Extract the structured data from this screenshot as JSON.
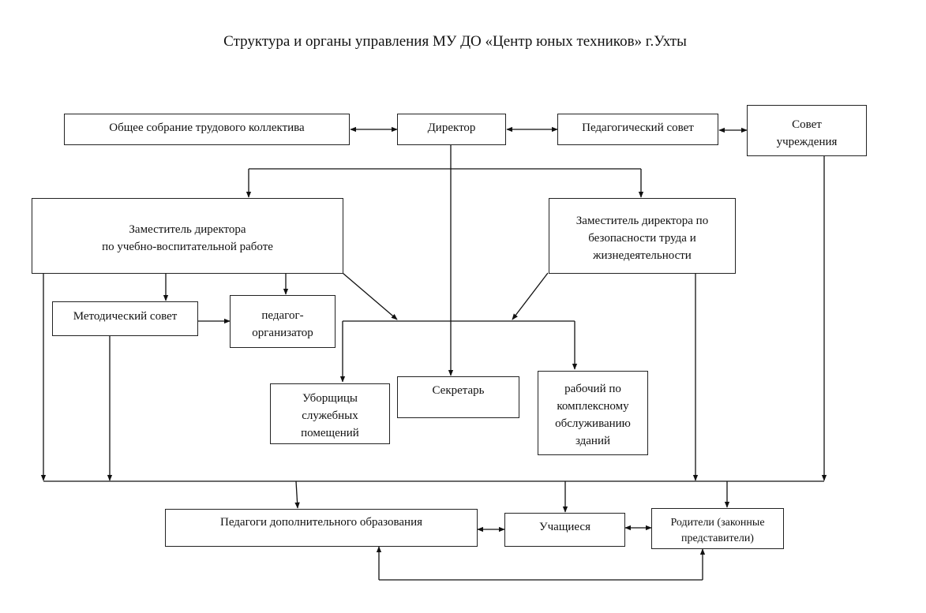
{
  "title": "Структура и органы управления МУ ДО «Центр юных техников» г.Ухты",
  "nodes": {
    "general_meeting": "Общее собрание трудового коллектива",
    "director": "Директор",
    "ped_council": "Педагогический совет",
    "inst_council": [
      "Совет",
      "учреждения"
    ],
    "deputy_edu": [
      "Заместитель директора",
      "по учебно-воспитательной работе"
    ],
    "deputy_safety": [
      "Заместитель директора по",
      "безопасности труда и",
      "жизнедеятельности"
    ],
    "method_council": "Методический совет",
    "ped_organizer": [
      "педагог-",
      "организатор"
    ],
    "cleaners": [
      "Уборщицы",
      "служебных",
      "помещений"
    ],
    "secretary": "Секретарь",
    "worker": [
      "рабочий по",
      "комплексному",
      "обслуживанию",
      "зданий"
    ],
    "teachers": "Педагоги дополнительного образования",
    "students": "Учащиеся",
    "parents": [
      "Родители (законные",
      "представители)"
    ]
  }
}
